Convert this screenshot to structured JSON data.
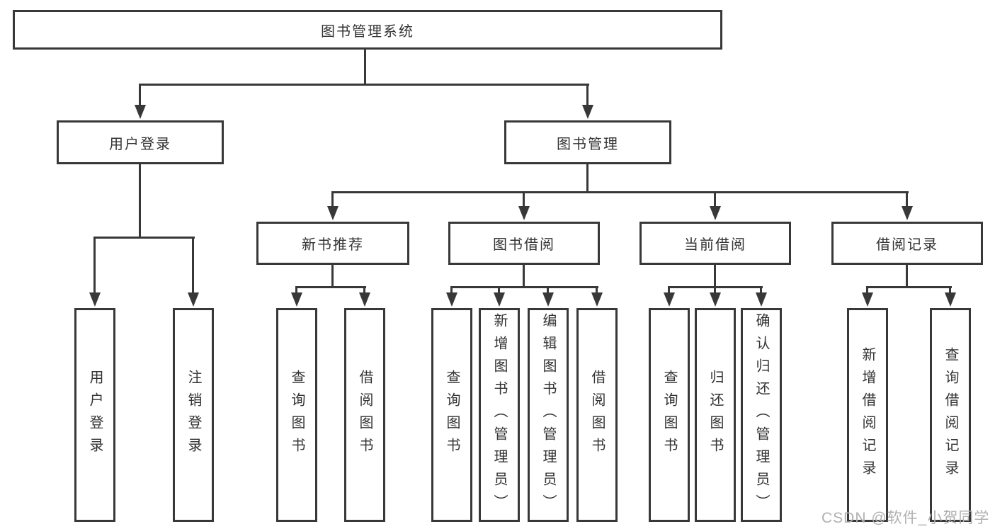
{
  "diagram": {
    "kind": "hierarchy-chart"
  },
  "tree": {
    "label": "图书管理系统",
    "children": [
      {
        "label": "用户登录",
        "children": [
          {
            "label": "用户登录"
          },
          {
            "label": "注销登录"
          }
        ]
      },
      {
        "label": "图书管理",
        "children": [
          {
            "label": "新书推荐",
            "children": [
              {
                "label": "查询图书"
              },
              {
                "label": "借阅图书"
              }
            ]
          },
          {
            "label": "图书借阅",
            "children": [
              {
                "label": "查询图书"
              },
              {
                "label": "新增图书（管理员）"
              },
              {
                "label": "编辑图书（管理员）"
              },
              {
                "label": "借阅图书"
              }
            ]
          },
          {
            "label": "当前借阅",
            "children": [
              {
                "label": "查询图书"
              },
              {
                "label": "归还图书"
              },
              {
                "label": "确认归还（管理员）"
              }
            ]
          },
          {
            "label": "借阅记录",
            "children": [
              {
                "label": "新增借阅记录"
              },
              {
                "label": "查询借阅记录"
              }
            ]
          }
        ]
      }
    ]
  },
  "watermark": {
    "text": "CSDN @软件_小贺同学"
  },
  "colors": {
    "line": "#383838",
    "text": "#333333",
    "background": "#ffffff",
    "box_fill": "#ffffff",
    "watermark": "#b0b0b0"
  }
}
